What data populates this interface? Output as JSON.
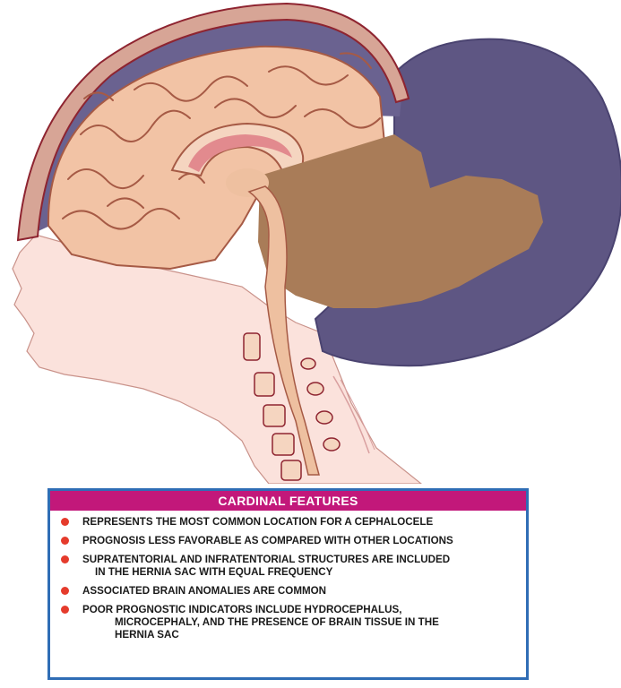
{
  "illustration": {
    "colors": {
      "sac": "#5e5683",
      "sac_edge": "#4a4370",
      "brain": "#f2c3a5",
      "brain_line": "#a65a45",
      "skull": "#d7a596",
      "skull_edge": "#8e2430",
      "brainstem": "#eec0a0",
      "herniated": "#a97c58",
      "skin": "#fbe2dc",
      "ventricle": "#e28a8e"
    }
  },
  "features": {
    "header": "CARDINAL FEATURES",
    "header_color": "#c2187a",
    "border_color": "#2f6db5",
    "bullet_color": "#e53b2c",
    "items": [
      {
        "lines": [
          "REPRESENTS THE MOST COMMON LOCATION FOR A CEPHALOCELE"
        ]
      },
      {
        "lines": [
          "PROGNOSIS LESS FAVORABLE AS COMPARED WITH OTHER LOCATIONS"
        ]
      },
      {
        "lines": [
          "SUPRATENTORIAL AND INFRATENTORIAL STRUCTURES ARE INCLUDED",
          "IN THE HERNIA SAC WITH EQUAL FREQUENCY"
        ]
      },
      {
        "lines": [
          "ASSOCIATED BRAIN ANOMALIES ARE COMMON"
        ]
      },
      {
        "lines": [
          "POOR PROGNOSTIC INDICATORS INCLUDE HYDROCEPHALUS,",
          "MICROCEPHALY, AND THE PRESENCE OF BRAIN TISSUE IN THE",
          "HERNIA SAC"
        ]
      }
    ]
  }
}
